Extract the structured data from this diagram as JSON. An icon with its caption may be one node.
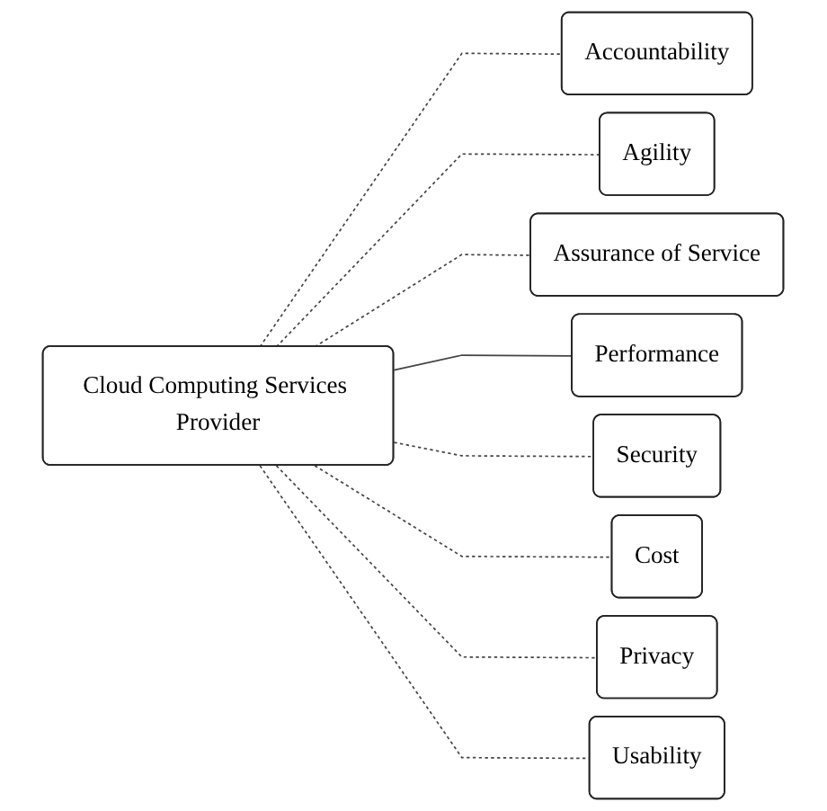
{
  "diagram": {
    "nodes": [
      {
        "text": [
          "Cloud Computing Services Provider"
        ]
      },
      {
        "text": [
          "Accountability"
        ]
      },
      {
        "text": [
          "Agility"
        ]
      },
      {
        "text": [
          "Assurance of Service"
        ]
      },
      {
        "text": [
          "Performance"
        ]
      },
      {
        "text": [
          "Security"
        ]
      },
      {
        "text": [
          "Cost"
        ]
      },
      {
        "text": [
          "Privacy"
        ]
      },
      {
        "text": [
          "Usability"
        ]
      }
    ],
    "edges": [
      {
        "from": 0,
        "to": 1,
        "arrow": "none",
        "style": "dashed"
      },
      {
        "from": 0,
        "to": 2,
        "arrow": "none",
        "style": "dashed"
      },
      {
        "from": 0,
        "to": 3,
        "arrow": "none",
        "style": "dashed"
      },
      {
        "from": 0,
        "to": 4,
        "arrow": "none"
      },
      {
        "from": 0,
        "to": 5,
        "arrow": "none",
        "style": "dashed"
      },
      {
        "from": 0,
        "to": 6,
        "arrow": "none",
        "style": "dashed"
      },
      {
        "from": 0,
        "to": 7,
        "arrow": "none",
        "style": "dashed"
      },
      {
        "from": 0,
        "to": 8,
        "arrow": "none",
        "style": "dashed"
      }
    ]
  }
}
